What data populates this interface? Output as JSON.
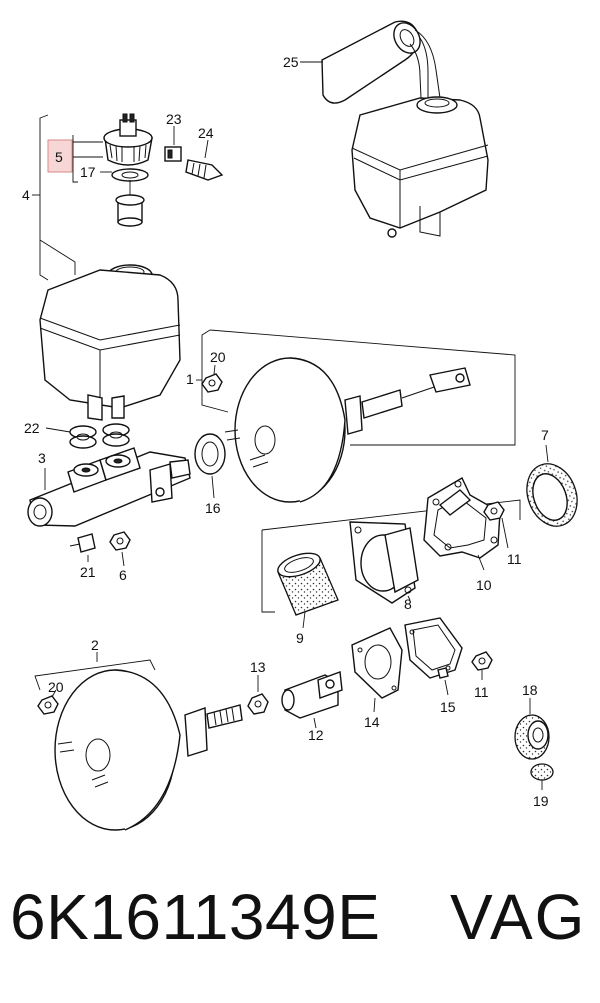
{
  "caption": {
    "part_number": "6K1611349E",
    "brand": "VAG"
  },
  "callouts": {
    "c1": "1",
    "c2": "2",
    "c3": "3",
    "c4": "4",
    "c5": "5",
    "c6": "6",
    "c7": "7",
    "c8": "8",
    "c9": "9",
    "c10": "10",
    "c11a": "11",
    "c11b": "11",
    "c12": "12",
    "c13": "13",
    "c14": "14",
    "c15": "15",
    "c16": "16",
    "c17": "17",
    "c18": "18",
    "c19": "19",
    "c20a": "20",
    "c20b": "20",
    "c21": "21",
    "c22": "22",
    "c23": "23",
    "c24": "24",
    "c25": "25"
  },
  "highlight_color": "#f7d6d6"
}
